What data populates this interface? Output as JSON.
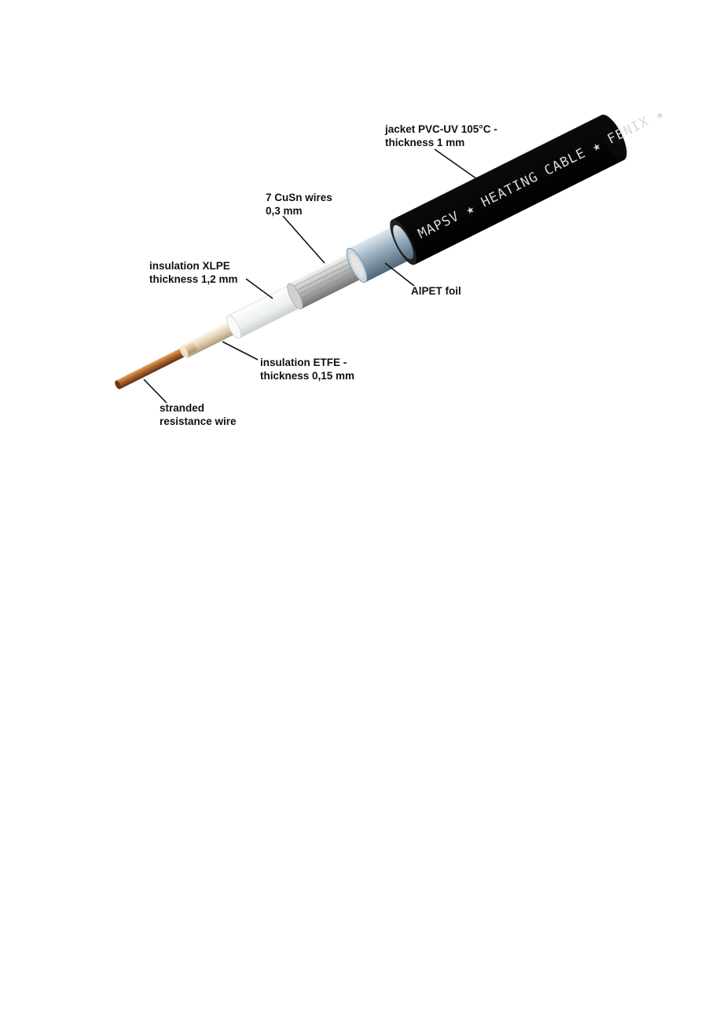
{
  "diagram": {
    "jacket_print": "MAPSV ★ HEATING CABLE ★ FENIX ★",
    "labels": {
      "jacket": [
        "jacket PVC-UV 105°C -",
        "thickness 1 mm"
      ],
      "shield_wires": [
        "7 CuSn wires",
        "0,3 mm"
      ],
      "xlpe": [
        "insulation XLPE",
        "thickness 1,2 mm"
      ],
      "foil": [
        "AlPET foil"
      ],
      "etfe": [
        "insulation ETFE -",
        "thickness 0,15 mm"
      ],
      "core": [
        "stranded",
        "resistance wire"
      ]
    },
    "colors": {
      "jacket": "#0d0d0d",
      "foil": "#8fa6b8",
      "shield": "#b8b8b8",
      "xlpe": "#eef0f0",
      "etfe": "#e9dcc4",
      "copper": "#a8602a"
    }
  }
}
